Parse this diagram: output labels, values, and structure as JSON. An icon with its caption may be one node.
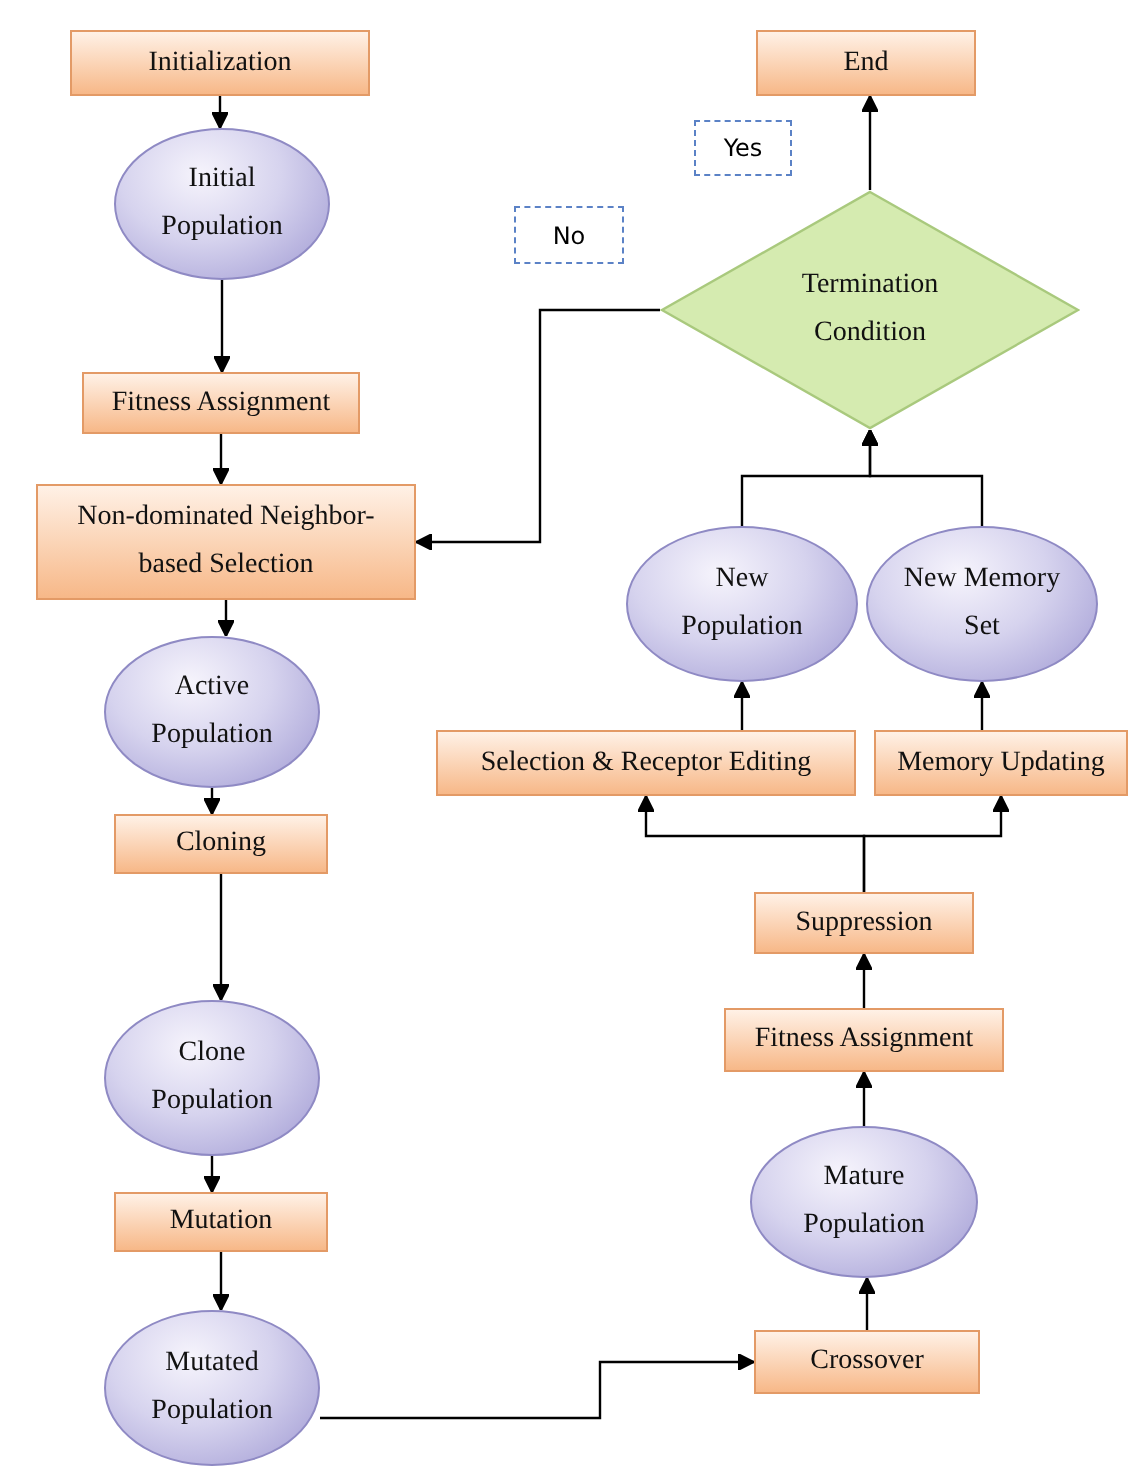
{
  "diagram": {
    "nodes": [
      {
        "text": [
          "Initialization"
        ]
      },
      {
        "text": [
          "Initial Population"
        ]
      },
      {
        "text": [
          "Fitness Assignment"
        ]
      },
      {
        "text": [
          "Non-dominated Neighbor-based Selection"
        ]
      },
      {
        "text": [
          "Active Population"
        ]
      },
      {
        "text": [
          "Cloning"
        ]
      },
      {
        "text": [
          "Clone Population"
        ]
      },
      {
        "text": [
          "Mutation"
        ]
      },
      {
        "text": [
          "Mutated Population"
        ]
      },
      {
        "text": [
          "Crossover"
        ]
      },
      {
        "text": [
          "Mature Population"
        ]
      },
      {
        "text": [
          "Fitness Assignment"
        ]
      },
      {
        "text": [
          "Suppression"
        ]
      },
      {
        "text": [
          "Selection & Receptor Editing"
        ]
      },
      {
        "text": [
          "Memory Updating"
        ]
      },
      {
        "text": [
          "New Population"
        ]
      },
      {
        "text": [
          "New Memory Set"
        ]
      },
      {
        "text": [
          "Termination Condition"
        ]
      },
      {
        "text": [
          "End"
        ]
      }
    ],
    "edges": [
      {
        "from": 0,
        "to": 1,
        "arrow": "to"
      },
      {
        "from": 1,
        "to": 2,
        "arrow": "to"
      },
      {
        "from": 2,
        "to": 3,
        "arrow": "to"
      },
      {
        "from": 3,
        "to": 4,
        "arrow": "to"
      },
      {
        "from": 4,
        "to": 5,
        "arrow": "to"
      },
      {
        "from": 5,
        "to": 6,
        "arrow": "to"
      },
      {
        "from": 6,
        "to": 7,
        "arrow": "to"
      },
      {
        "from": 7,
        "to": 8,
        "arrow": "to"
      },
      {
        "from": 8,
        "to": 9,
        "arrow": "to"
      },
      {
        "from": 9,
        "to": 10,
        "arrow": "to"
      },
      {
        "from": 10,
        "to": 11,
        "arrow": "to"
      },
      {
        "from": 11,
        "to": 12,
        "arrow": "to"
      },
      {
        "from": 12,
        "to": 13,
        "arrow": "to"
      },
      {
        "from": 12,
        "to": 14,
        "arrow": "to"
      },
      {
        "from": 13,
        "to": 15,
        "arrow": "to"
      },
      {
        "from": 14,
        "to": 16,
        "arrow": "to"
      },
      {
        "from": 15,
        "to": 17,
        "arrow": "to"
      },
      {
        "from": 16,
        "to": 17,
        "arrow": "to"
      },
      {
        "from": 17,
        "to": 18,
        "label": "Yes",
        "arrow": "to"
      },
      {
        "from": 17,
        "to": 3,
        "label": "No",
        "arrow": "to"
      }
    ]
  }
}
